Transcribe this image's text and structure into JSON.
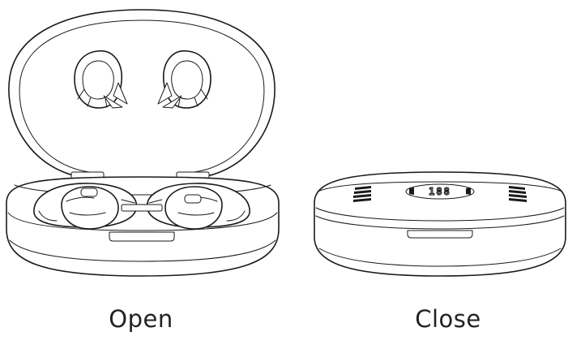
{
  "labels": {
    "open": "Open",
    "close": "Close"
  },
  "display_readout": "188"
}
